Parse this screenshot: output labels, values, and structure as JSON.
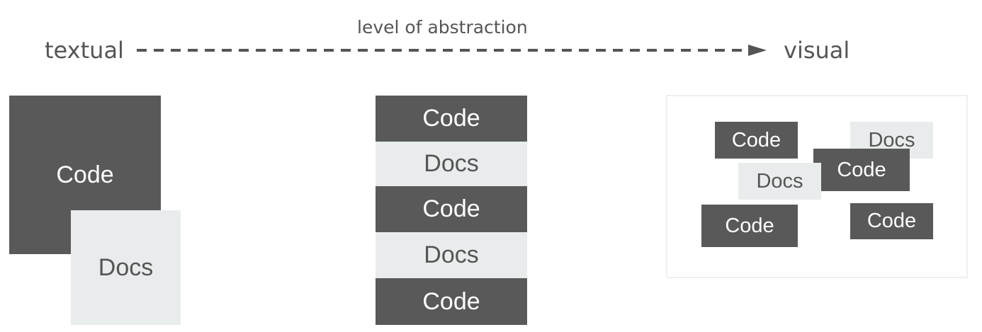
{
  "axis": {
    "start_label": "textual",
    "end_label": "visual",
    "title": "level of abstraction"
  },
  "labels": {
    "code": "Code",
    "docs": "Docs"
  },
  "colors": {
    "code_bg": "#595959",
    "docs_bg": "#e8ecec",
    "text": "#555555"
  }
}
